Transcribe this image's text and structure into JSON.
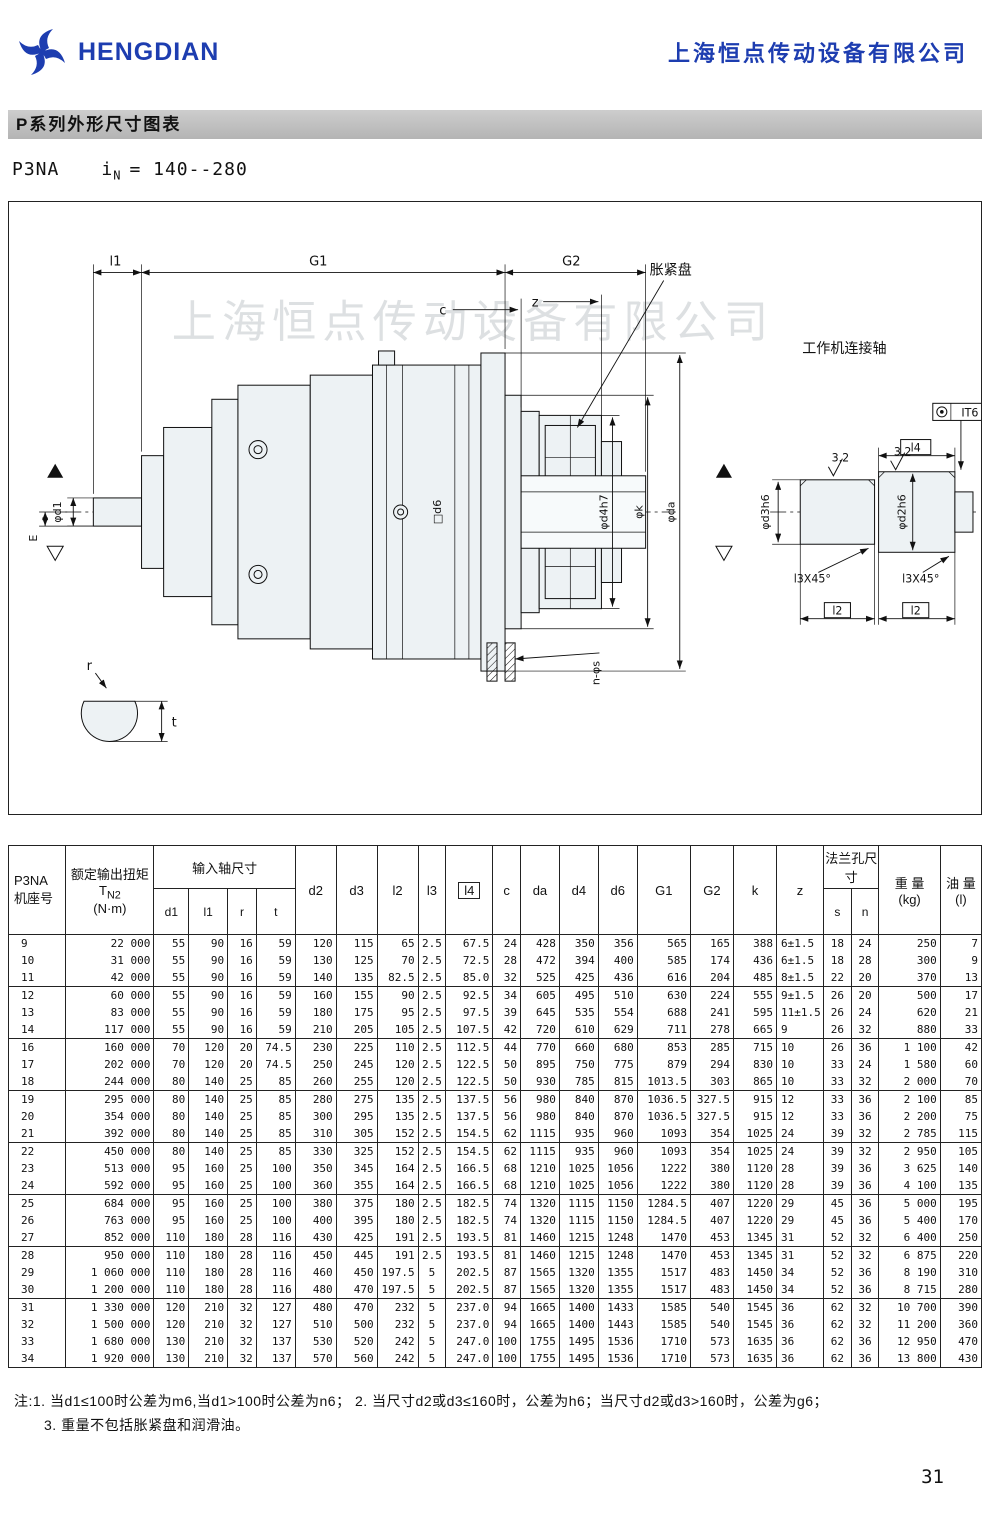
{
  "header": {
    "brand": "HENGDIAN",
    "company": "上海恒点传动设备有限公司"
  },
  "title_bar": "P系列外形尺寸图表",
  "subtitle": {
    "model": "P3NA",
    "i": "i",
    "sub": "N",
    "range": "= 140--280"
  },
  "colors": {
    "brand_blue": "#1d3db0",
    "title_bar_gray": "#c0c0c0"
  },
  "drawing": {
    "watermark": "上海恒点传动设备有限公司",
    "labels": {
      "l1": "l1",
      "G1": "G1",
      "G2": "G2",
      "c": "c",
      "z": "z",
      "shrink_disk": "胀紧盘",
      "work_shaft": "工作机连接轴",
      "phi_d1": "φd1",
      "E": "E",
      "d6": "□d6",
      "phi_d4h7": "φd4h7",
      "phi_k": "φk",
      "phi_da": "φda",
      "n_phi_s": "n-φs",
      "r": "r",
      "t": "t",
      "it6": "IT6",
      "l4": "l4",
      "roughness": "3.2",
      "phi_d3h6": "φd3h6",
      "phi_d2h6": "φd2h6",
      "l3x45": "l3X45°",
      "l2": "l2"
    }
  },
  "table": {
    "header": {
      "frame_line1": "P3NA",
      "frame_line2": "机座号",
      "torque_title": "额定输出扭矩",
      "torque_sym": "T",
      "torque_sub": "N2",
      "torque_unit": "(N·m)",
      "input_group": "输入轴尺寸",
      "input_cols": [
        "d1",
        "l1",
        "r",
        "t"
      ],
      "dim_cols": [
        "d2",
        "d3",
        "l2",
        "l3",
        "l4",
        "c",
        "da",
        "d4",
        "d6",
        "G1",
        "G2",
        "k",
        "z"
      ],
      "boxed_col": "l4",
      "flange_group": "法兰孔尺寸",
      "flange_cols": [
        "s",
        "n"
      ],
      "weight_line1": "重 量",
      "weight_line2": "(kg)",
      "oil_line1": "油 量",
      "oil_line2": "(l)"
    },
    "groups": [
      [
        [
          "9",
          "22 000",
          "55",
          "90",
          "16",
          "59",
          "120",
          "115",
          "65",
          "2.5",
          "67.5",
          "24",
          "428",
          "350",
          "356",
          "565",
          "165",
          "388",
          "6±1.5",
          "18",
          "24",
          "250",
          "7"
        ],
        [
          "10",
          "31 000",
          "55",
          "90",
          "16",
          "59",
          "130",
          "125",
          "70",
          "2.5",
          "72.5",
          "28",
          "472",
          "394",
          "400",
          "585",
          "174",
          "436",
          "6±1.5",
          "18",
          "28",
          "300",
          "9"
        ],
        [
          "11",
          "42 000",
          "55",
          "90",
          "16",
          "59",
          "140",
          "135",
          "82.5",
          "2.5",
          "85.0",
          "32",
          "525",
          "425",
          "436",
          "616",
          "204",
          "485",
          "8±1.5",
          "22",
          "20",
          "370",
          "13"
        ]
      ],
      [
        [
          "12",
          "60 000",
          "55",
          "90",
          "16",
          "59",
          "160",
          "155",
          "90",
          "2.5",
          "92.5",
          "34",
          "605",
          "495",
          "510",
          "630",
          "224",
          "555",
          "9±1.5",
          "26",
          "20",
          "500",
          "17"
        ],
        [
          "13",
          "83 000",
          "55",
          "90",
          "16",
          "59",
          "180",
          "175",
          "95",
          "2.5",
          "97.5",
          "39",
          "645",
          "535",
          "554",
          "688",
          "241",
          "595",
          "11±1.5",
          "26",
          "24",
          "620",
          "21"
        ],
        [
          "14",
          "117 000",
          "55",
          "90",
          "16",
          "59",
          "210",
          "205",
          "105",
          "2.5",
          "107.5",
          "42",
          "720",
          "610",
          "629",
          "711",
          "278",
          "665",
          "9",
          "26",
          "32",
          "880",
          "33"
        ]
      ],
      [
        [
          "16",
          "160 000",
          "70",
          "120",
          "20",
          "74.5",
          "230",
          "225",
          "110",
          "2.5",
          "112.5",
          "44",
          "770",
          "660",
          "680",
          "853",
          "285",
          "715",
          "10",
          "26",
          "36",
          "1 100",
          "42"
        ],
        [
          "17",
          "202 000",
          "70",
          "120",
          "20",
          "74.5",
          "250",
          "245",
          "120",
          "2.5",
          "122.5",
          "50",
          "895",
          "750",
          "775",
          "879",
          "294",
          "830",
          "10",
          "33",
          "24",
          "1 580",
          "60"
        ],
        [
          "18",
          "244 000",
          "80",
          "140",
          "25",
          "85",
          "260",
          "255",
          "120",
          "2.5",
          "122.5",
          "50",
          "930",
          "785",
          "815",
          "1013.5",
          "303",
          "865",
          "10",
          "33",
          "32",
          "2 000",
          "70"
        ]
      ],
      [
        [
          "19",
          "295 000",
          "80",
          "140",
          "25",
          "85",
          "280",
          "275",
          "135",
          "2.5",
          "137.5",
          "56",
          "980",
          "840",
          "870",
          "1036.5",
          "327.5",
          "915",
          "12",
          "33",
          "36",
          "2 100",
          "85"
        ],
        [
          "20",
          "354 000",
          "80",
          "140",
          "25",
          "85",
          "300",
          "295",
          "135",
          "2.5",
          "137.5",
          "56",
          "980",
          "840",
          "870",
          "1036.5",
          "327.5",
          "915",
          "12",
          "33",
          "36",
          "2 200",
          "75"
        ],
        [
          "21",
          "392 000",
          "80",
          "140",
          "25",
          "85",
          "310",
          "305",
          "152",
          "2.5",
          "154.5",
          "62",
          "1115",
          "935",
          "960",
          "1093",
          "354",
          "1025",
          "24",
          "39",
          "32",
          "2 785",
          "115"
        ]
      ],
      [
        [
          "22",
          "450 000",
          "80",
          "140",
          "25",
          "85",
          "330",
          "325",
          "152",
          "2.5",
          "154.5",
          "62",
          "1115",
          "935",
          "960",
          "1093",
          "354",
          "1025",
          "24",
          "39",
          "32",
          "2 950",
          "105"
        ],
        [
          "23",
          "513 000",
          "95",
          "160",
          "25",
          "100",
          "350",
          "345",
          "164",
          "2.5",
          "166.5",
          "68",
          "1210",
          "1025",
          "1056",
          "1222",
          "380",
          "1120",
          "28",
          "39",
          "36",
          "3 625",
          "140"
        ],
        [
          "24",
          "592 000",
          "95",
          "160",
          "25",
          "100",
          "360",
          "355",
          "164",
          "2.5",
          "166.5",
          "68",
          "1210",
          "1025",
          "1056",
          "1222",
          "380",
          "1120",
          "28",
          "39",
          "36",
          "4 100",
          "135"
        ]
      ],
      [
        [
          "25",
          "684 000",
          "95",
          "160",
          "25",
          "100",
          "380",
          "375",
          "180",
          "2.5",
          "182.5",
          "74",
          "1320",
          "1115",
          "1150",
          "1284.5",
          "407",
          "1220",
          "29",
          "45",
          "36",
          "5 000",
          "195"
        ],
        [
          "26",
          "763 000",
          "95",
          "160",
          "25",
          "100",
          "400",
          "395",
          "180",
          "2.5",
          "182.5",
          "74",
          "1320",
          "1115",
          "1150",
          "1284.5",
          "407",
          "1220",
          "29",
          "45",
          "36",
          "5 400",
          "170"
        ],
        [
          "27",
          "852 000",
          "110",
          "180",
          "28",
          "116",
          "430",
          "425",
          "191",
          "2.5",
          "193.5",
          "81",
          "1460",
          "1215",
          "1248",
          "1470",
          "453",
          "1345",
          "31",
          "52",
          "32",
          "6 400",
          "250"
        ]
      ],
      [
        [
          "28",
          "950 000",
          "110",
          "180",
          "28",
          "116",
          "450",
          "445",
          "191",
          "2.5",
          "193.5",
          "81",
          "1460",
          "1215",
          "1248",
          "1470",
          "453",
          "1345",
          "31",
          "52",
          "32",
          "6 875",
          "220"
        ],
        [
          "29",
          "1 060 000",
          "110",
          "180",
          "28",
          "116",
          "460",
          "450",
          "197.5",
          "5",
          "202.5",
          "87",
          "1565",
          "1320",
          "1355",
          "1517",
          "483",
          "1450",
          "34",
          "52",
          "36",
          "8 190",
          "310"
        ],
        [
          "30",
          "1 200 000",
          "110",
          "180",
          "28",
          "116",
          "480",
          "470",
          "197.5",
          "5",
          "202.5",
          "87",
          "1565",
          "1320",
          "1355",
          "1517",
          "483",
          "1450",
          "34",
          "52",
          "36",
          "8 715",
          "280"
        ]
      ],
      [
        [
          "31",
          "1 330 000",
          "120",
          "210",
          "32",
          "127",
          "480",
          "470",
          "232",
          "5",
          "237.0",
          "94",
          "1665",
          "1400",
          "1433",
          "1585",
          "540",
          "1545",
          "36",
          "62",
          "32",
          "10 700",
          "390"
        ],
        [
          "32",
          "1 500 000",
          "120",
          "210",
          "32",
          "127",
          "510",
          "500",
          "232",
          "5",
          "237.0",
          "94",
          "1665",
          "1400",
          "1443",
          "1585",
          "540",
          "1545",
          "36",
          "62",
          "32",
          "11 200",
          "360"
        ],
        [
          "33",
          "1 680 000",
          "130",
          "210",
          "32",
          "137",
          "530",
          "520",
          "242",
          "5",
          "247.0",
          "100",
          "1755",
          "1495",
          "1536",
          "1710",
          "573",
          "1635",
          "36",
          "62",
          "36",
          "12 950",
          "470"
        ],
        [
          "34",
          "1 920 000",
          "130",
          "210",
          "32",
          "137",
          "570",
          "560",
          "242",
          "5",
          "247.0",
          "100",
          "1755",
          "1495",
          "1536",
          "1710",
          "573",
          "1635",
          "36",
          "62",
          "36",
          "13 800",
          "430"
        ]
      ]
    ]
  },
  "notes": [
    "注:1. 当d1≤100时公差为m6,当d1>100时公差为n6；  2. 当尺寸d2或d3≤160时，公差为h6；当尺寸d2或d3>160时，公差为g6；",
    "3. 重量不包括胀紧盘和润滑油。"
  ],
  "page_number": "31"
}
